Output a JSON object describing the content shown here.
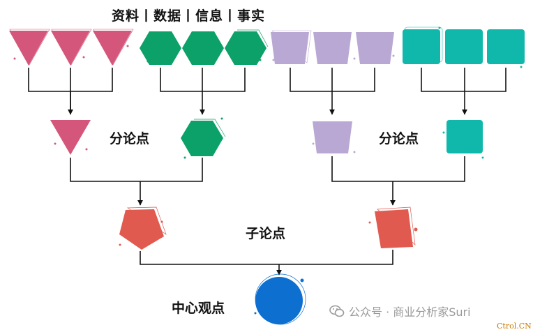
{
  "labels": {
    "title": "资料丨数据丨信息丨事实",
    "sub_left": "分论点",
    "sub_right": "分论点",
    "sub_point": "子论点",
    "center": "中心观点"
  },
  "watermark": {
    "text": "公众号 · 商业分析家Suri",
    "icon": "wechat-icon"
  },
  "credit": "Ctrol.CN",
  "colors": {
    "pink": "#d4577b",
    "green": "#0ca168",
    "lavender": "#b9a8d4",
    "teal": "#10b8ac",
    "coral": "#e05a50",
    "blue": "#0d6fd0",
    "line": "#111111"
  }
}
